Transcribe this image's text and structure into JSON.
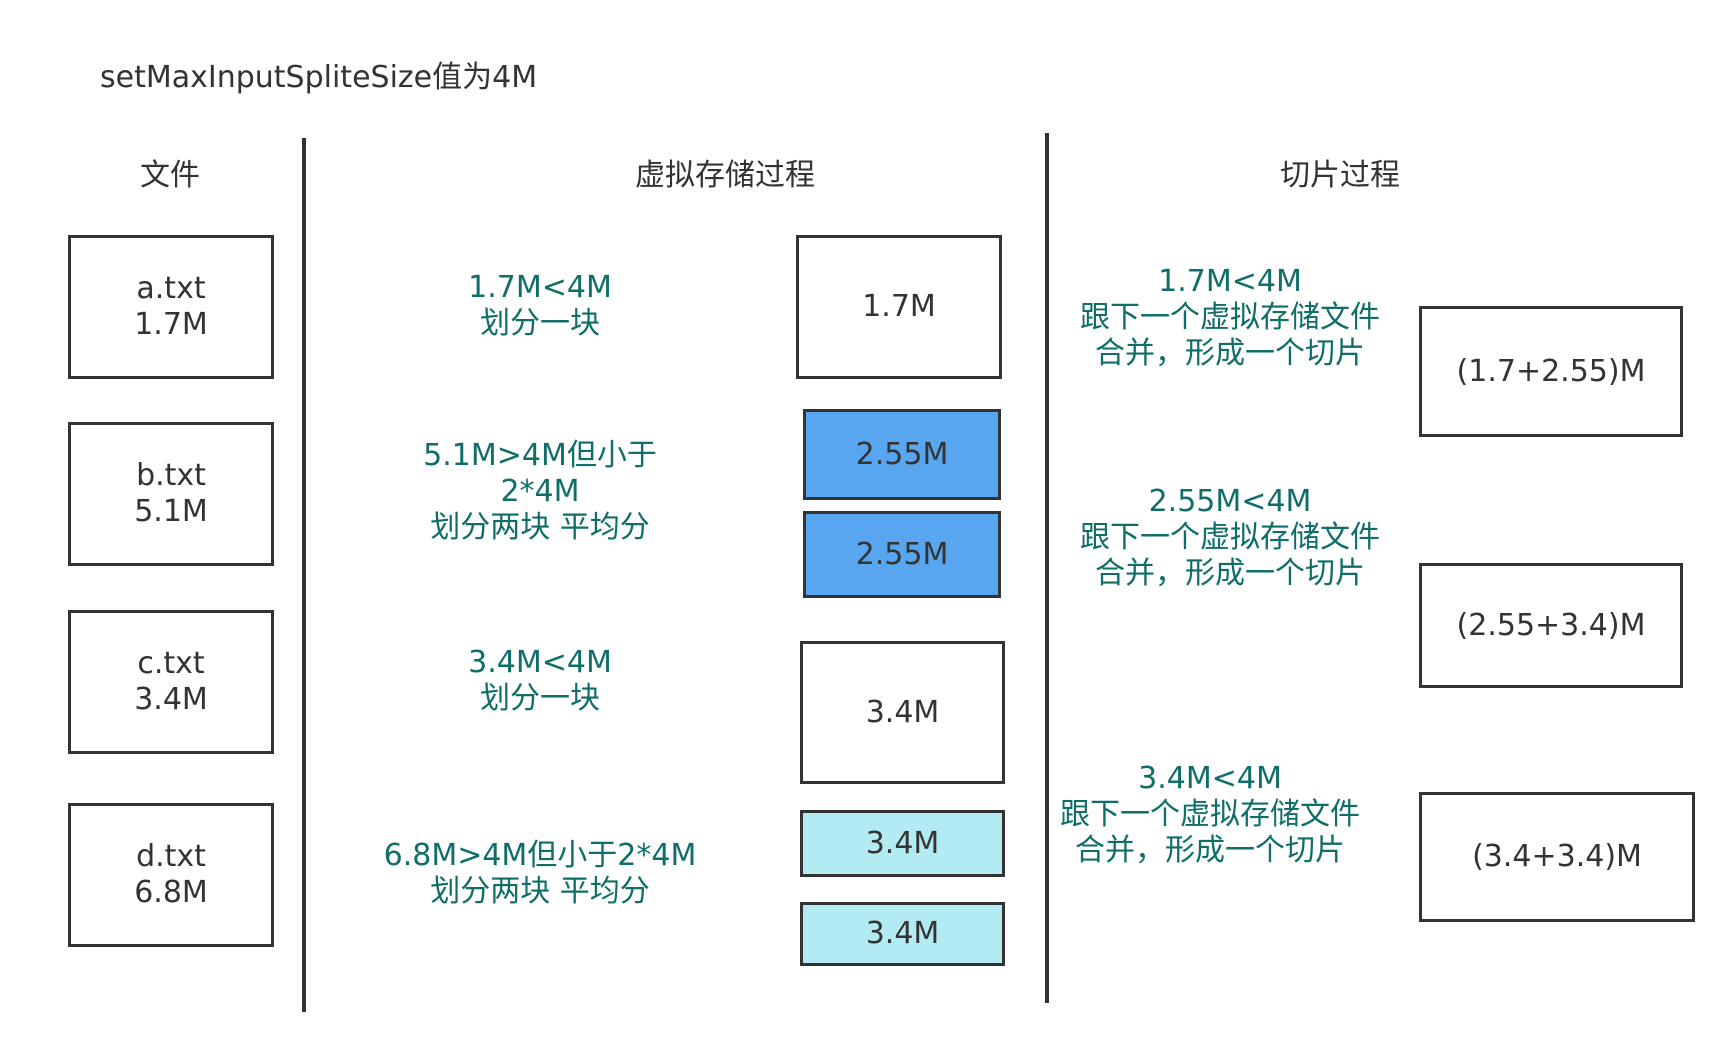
{
  "title": "setMaxInputSpliteSize值为4M",
  "headers": {
    "files": "文件",
    "virtual": "虚拟存储过程",
    "split": "切片过程"
  },
  "colors": {
    "block_dark": "#59a6f0",
    "block_light": "#b2ecf2",
    "note_text": "#0f6e68",
    "border": "#333333"
  },
  "files": [
    {
      "name": "a.txt",
      "size": "1.7M"
    },
    {
      "name": "b.txt",
      "size": "5.1M"
    },
    {
      "name": "c.txt",
      "size": "3.4M"
    },
    {
      "name": "d.txt",
      "size": "6.8M"
    }
  ],
  "virtual_notes": [
    {
      "lines": [
        "1.7M<4M",
        "划分一块"
      ]
    },
    {
      "lines": [
        "5.1M>4M但小于",
        "2*4M",
        "划分两块 平均分"
      ]
    },
    {
      "lines": [
        "3.4M<4M",
        "划分一块"
      ]
    },
    {
      "lines": [
        "6.8M>4M但小于2*4M",
        "划分两块 平均分"
      ]
    }
  ],
  "virtual_blocks": [
    "1.7M",
    "2.55M",
    "2.55M",
    "3.4M",
    "3.4M",
    "3.4M"
  ],
  "split_notes": [
    {
      "lines": [
        "1.7M<4M",
        "跟下一个虚拟存储文件",
        "合并，形成一个切片"
      ]
    },
    {
      "lines": [
        "2.55M<4M",
        "跟下一个虚拟存储文件",
        "合并，形成一个切片"
      ]
    },
    {
      "lines": [
        "3.4M<4M",
        "跟下一个虚拟存储文件",
        "合并，形成一个切片"
      ]
    }
  ],
  "splits": [
    "(1.7+2.55)M",
    "(2.55+3.4)M",
    "(3.4+3.4)M"
  ]
}
